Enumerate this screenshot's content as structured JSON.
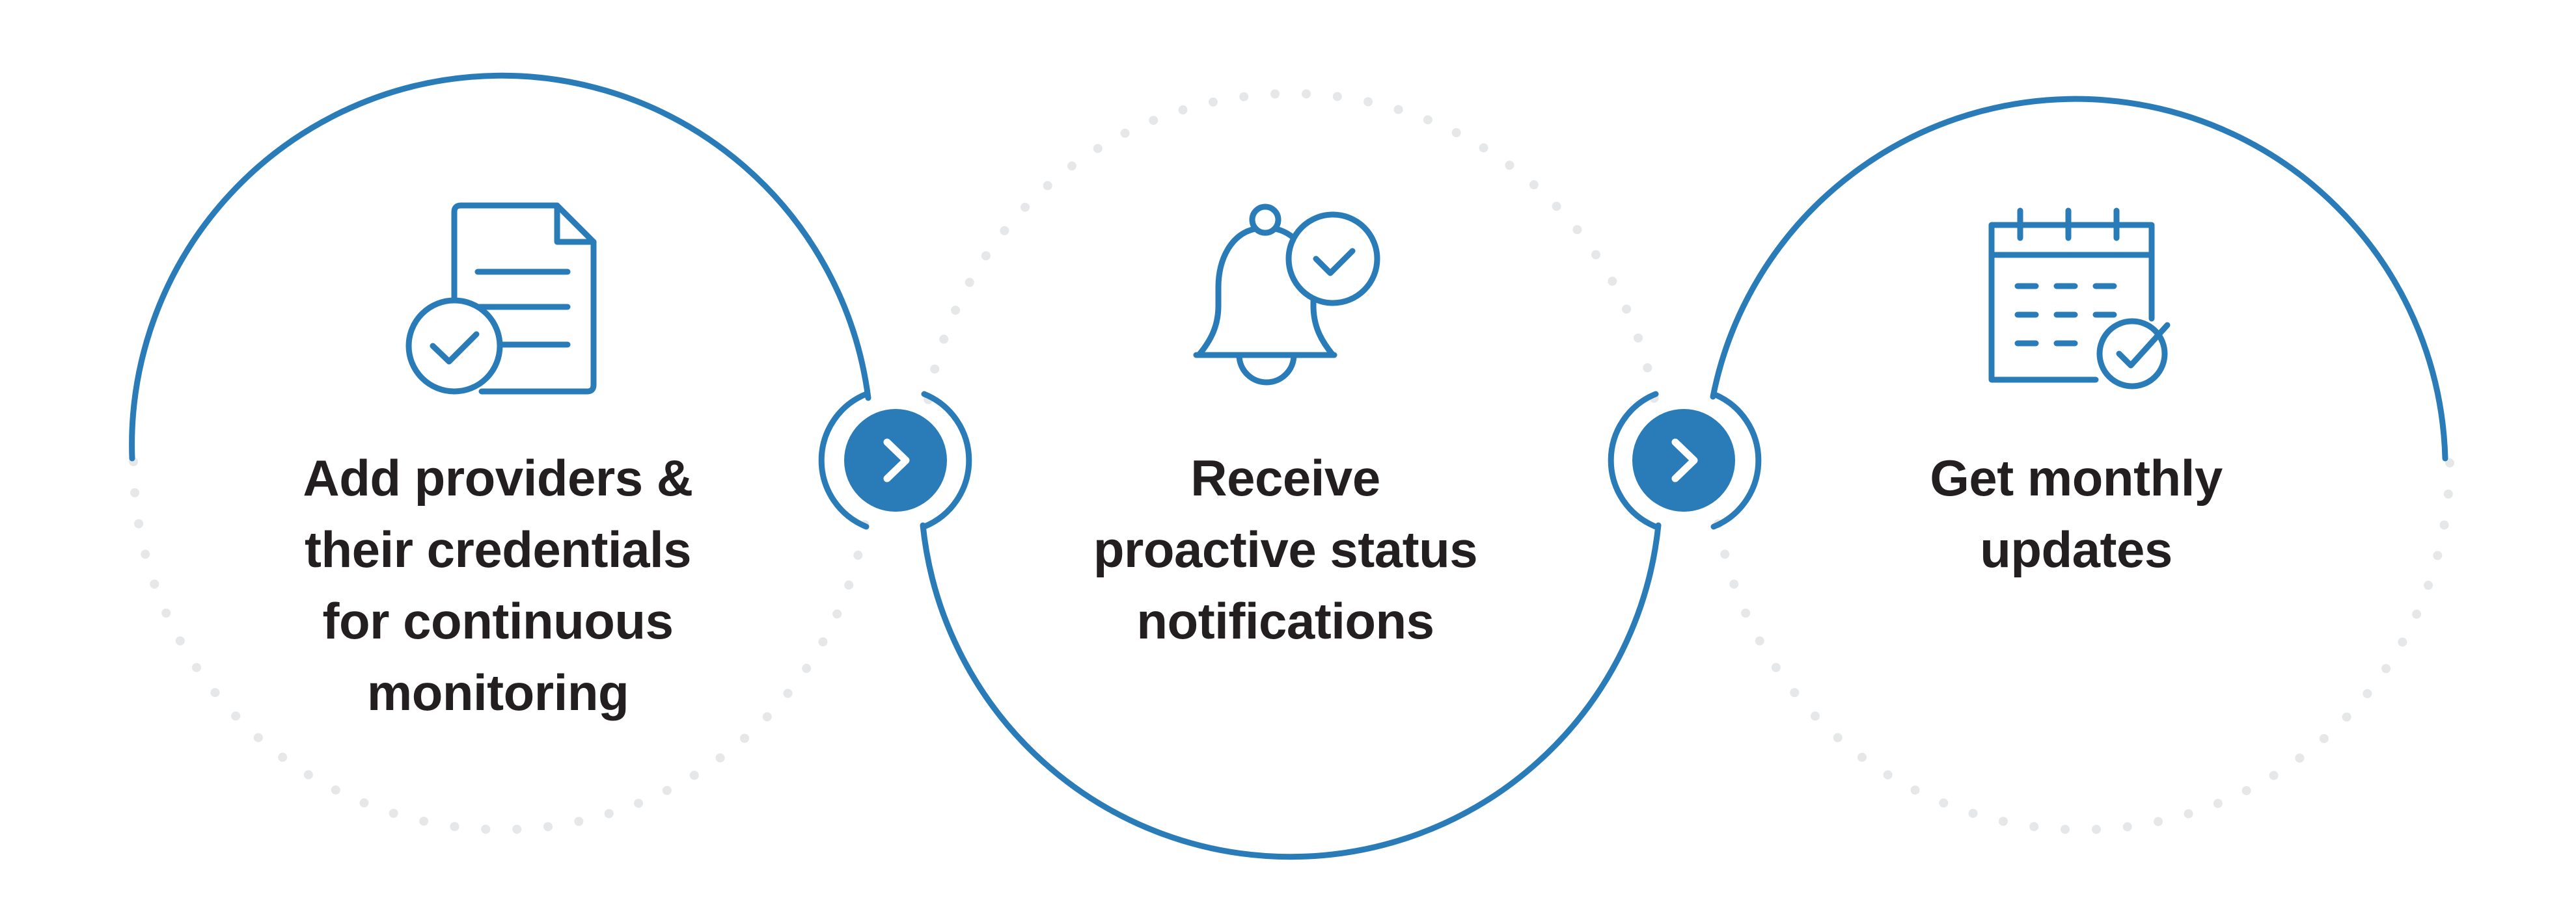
{
  "colors": {
    "accent": "#2a7cb8",
    "text": "#231f20",
    "dots": "#e6e7e8",
    "background": "#ffffff"
  },
  "steps": [
    {
      "icon": "document-check-icon",
      "lines": [
        "Add providers &",
        "their credentials",
        "for continuous",
        "monitoring"
      ]
    },
    {
      "icon": "bell-check-icon",
      "lines": [
        "Receive",
        "proactive status",
        "notifications"
      ]
    },
    {
      "icon": "calendar-check-icon",
      "lines": [
        "Get monthly",
        "updates"
      ]
    }
  ],
  "connectors": [
    {
      "icon": "chevron-right-icon"
    },
    {
      "icon": "chevron-right-icon"
    }
  ]
}
